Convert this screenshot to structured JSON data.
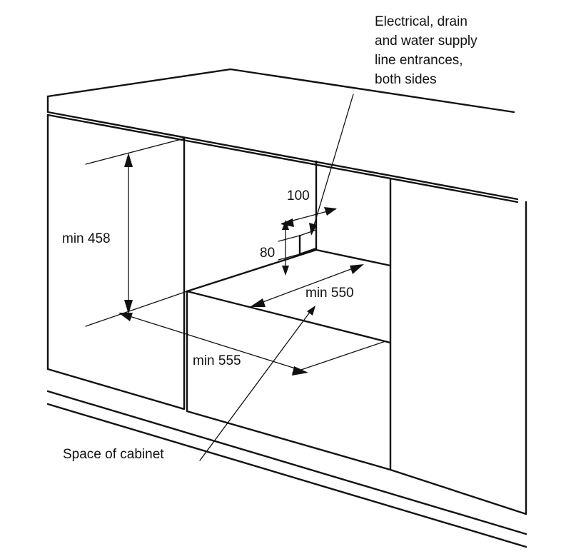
{
  "labels": {
    "supply_line_1": "Electrical, drain",
    "supply_line_2": "and water supply",
    "supply_line_3": "line entrances,",
    "supply_line_4": "both sides",
    "dim_100": "100",
    "dim_80": "80",
    "min_458": "min 458",
    "min_550": "min 550",
    "min_555": "min 555",
    "cabinet_space": "Space of cabinet"
  }
}
